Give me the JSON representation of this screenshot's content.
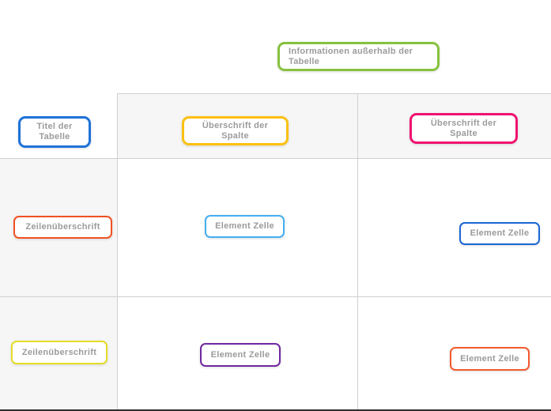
{
  "diagram": {
    "outside_info": {
      "label": "Informationen außerhalb der Tabelle",
      "border_color": "#87c13e"
    },
    "table_title": {
      "label": "Titel der Tabelle",
      "border_color": "#1e73d8"
    },
    "column_headers": [
      {
        "label": "Überschrift der Spalte",
        "border_color": "#fcc011"
      },
      {
        "label": "Überschrift der Spalte",
        "border_color": "#f01271"
      }
    ],
    "rows": [
      {
        "row_header": {
          "label": "Zeilenüberschrift",
          "border_color": "#f05123"
        },
        "cells": [
          {
            "label": "Element Zelle",
            "border_color": "#45aff2"
          },
          {
            "label": "Element Zelle",
            "border_color": "#1b66d5"
          }
        ]
      },
      {
        "row_header": {
          "label": "Zeilenüberschrift",
          "border_color": "#e5dd27"
        },
        "cells": [
          {
            "label": "Element Zelle",
            "border_color": "#7127a0"
          },
          {
            "label": "Element Zelle",
            "border_color": "#f25b2e"
          }
        ]
      }
    ],
    "style": {
      "label_text_color": "#9b9b9b",
      "grid_line_color": "#cfcfcf",
      "shaded_background": "#f6f6f6",
      "bottom_edge_color": "#2d2d2d"
    }
  }
}
